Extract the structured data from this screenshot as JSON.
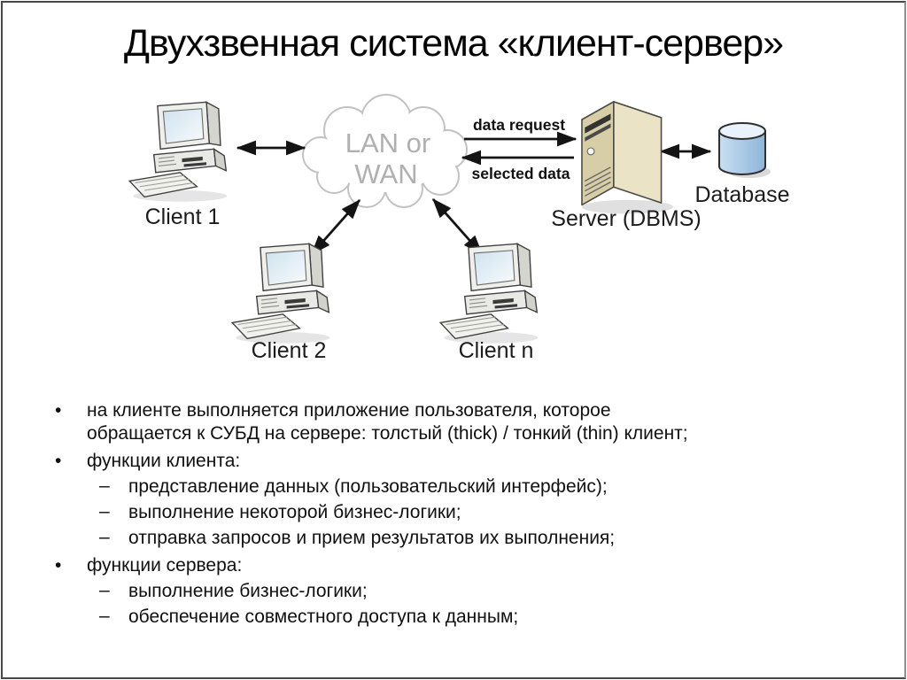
{
  "title": "Двухзвенная система «клиент-сервер»",
  "diagram": {
    "cloud": {
      "line1": "LAN or",
      "line2": "WAN"
    },
    "nodes": {
      "client1": "Client 1",
      "client2": "Client 2",
      "clientN": "Client n",
      "server": "Server (DBMS)",
      "database": "Database"
    },
    "edges": {
      "request": "data request",
      "response": "selected data"
    },
    "colors": {
      "server_front": "#d7cda6",
      "server_side": "#ebe3c6",
      "server_top": "#f3edd9",
      "db_light": "#c9dff1",
      "db_dark": "#8db5d9",
      "db_top": "#e9f2fa",
      "cloud_text": "#b0b0b0",
      "arrow": "#141414"
    }
  },
  "content": {
    "markers": {
      "level1": "•",
      "level2": "–"
    },
    "bullets": [
      {
        "level": 1,
        "lines": [
          "на клиенте выполняется приложение пользователя, которое",
          "обращается к СУБД на сервере: толстый (thick) / тонкий (thin) клиент;"
        ]
      },
      {
        "level": 1,
        "text": "функции клиента:"
      },
      {
        "level": 2,
        "text": "представление данных (пользовательский интерфейс);"
      },
      {
        "level": 2,
        "text": "выполнение некоторой бизнес-логики;"
      },
      {
        "level": 2,
        "text": "отправка запросов и прием результатов их выполнения;"
      },
      {
        "level": 1,
        "text": "функции сервера:"
      },
      {
        "level": 2,
        "text": "выполнение бизнес-логики;"
      },
      {
        "level": 2,
        "text": "обеспечение совместного доступа к данным;"
      }
    ]
  }
}
